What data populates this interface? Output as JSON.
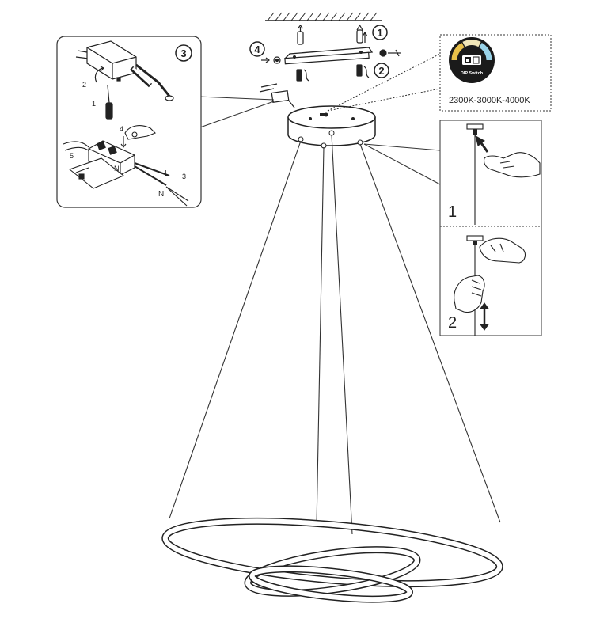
{
  "steps": {
    "step1": "1",
    "step2": "2",
    "step3": "3",
    "step4": "4"
  },
  "wiring_detail": {
    "sub_numbers": [
      "1",
      "2",
      "4",
      "5",
      "3"
    ],
    "live_label": "L",
    "neutral_label_block": "N",
    "neutral_label_wire": "N"
  },
  "dip_switch": {
    "label": "DIP Switch",
    "cct_text": "2300K-3000K-4000K",
    "colors": [
      "#e8c04a",
      "#f1e6b8",
      "#9ad3e8"
    ]
  },
  "height_adjust": {
    "step_a": "1",
    "step_b": "2"
  }
}
